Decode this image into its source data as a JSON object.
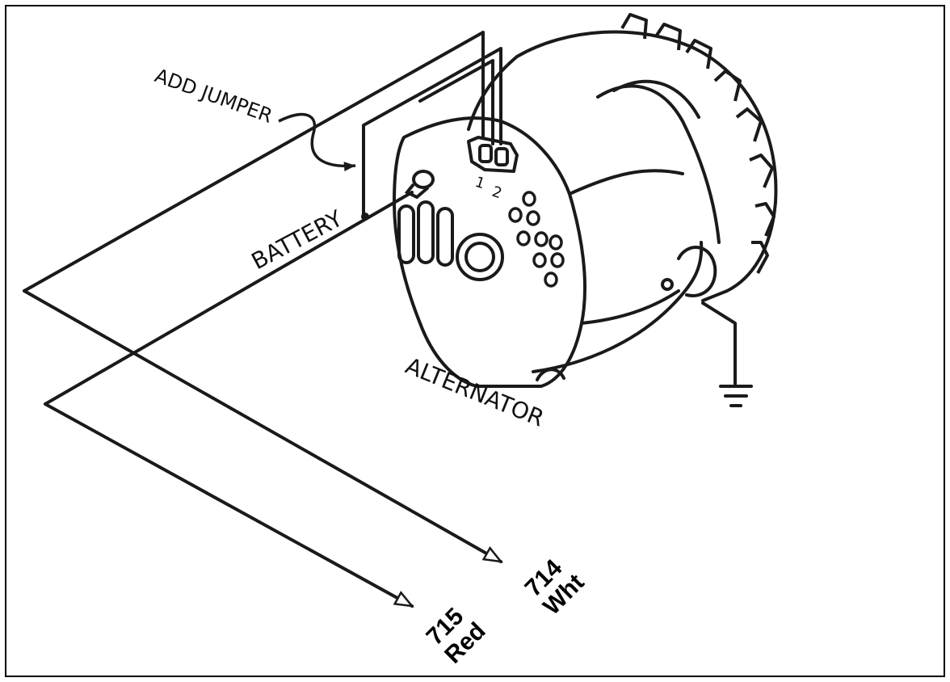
{
  "labels": {
    "add_jumper": "ADD JUMPER",
    "battery": "BATTERY",
    "alternator": "ALTERNATOR",
    "terminal_1": "1",
    "terminal_2": "2"
  },
  "wires": [
    {
      "number": "714",
      "color": "Wht"
    },
    {
      "number": "715",
      "color": "Red"
    }
  ],
  "colors": {
    "line": "#1a1a1a",
    "background": "#ffffff"
  }
}
